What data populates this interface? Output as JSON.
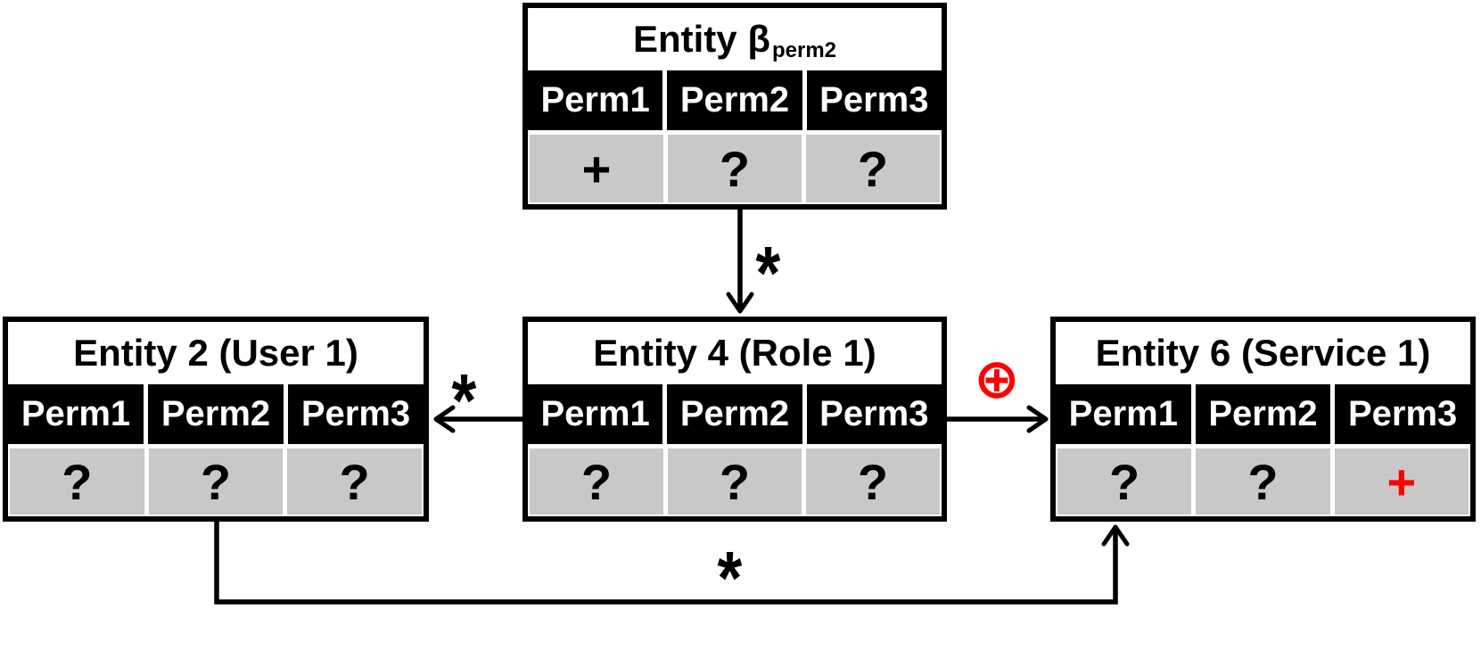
{
  "diagram": {
    "colors": {
      "background": "#ffffff",
      "line": "#000000",
      "header_bg": "#000000",
      "header_text": "#ffffff",
      "cell_bg": "#c8c8c8",
      "red": "#ff0000"
    },
    "entities": [
      {
        "id": "entity-beta",
        "title": "Entity β",
        "title_subscript": "perm2",
        "columns": [
          "Perm1",
          "Perm2",
          "Perm3"
        ],
        "values": [
          {
            "text": "+",
            "color": "#000000"
          },
          {
            "text": "?",
            "color": "#000000"
          },
          {
            "text": "?",
            "color": "#000000"
          }
        ]
      },
      {
        "id": "entity-2",
        "title": "Entity 2 (User 1)",
        "title_subscript": "",
        "columns": [
          "Perm1",
          "Perm2",
          "Perm3"
        ],
        "values": [
          {
            "text": "?",
            "color": "#000000"
          },
          {
            "text": "?",
            "color": "#000000"
          },
          {
            "text": "?",
            "color": "#000000"
          }
        ]
      },
      {
        "id": "entity-4",
        "title": "Entity 4 (Role 1)",
        "title_subscript": "",
        "columns": [
          "Perm1",
          "Perm2",
          "Perm3"
        ],
        "values": [
          {
            "text": "?",
            "color": "#000000"
          },
          {
            "text": "?",
            "color": "#000000"
          },
          {
            "text": "?",
            "color": "#000000"
          }
        ]
      },
      {
        "id": "entity-6",
        "title": "Entity 6 (Service 1)",
        "title_subscript": "",
        "columns": [
          "Perm1",
          "Perm2",
          "Perm3"
        ],
        "values": [
          {
            "text": "?",
            "color": "#000000"
          },
          {
            "text": "?",
            "color": "#000000"
          },
          {
            "text": "+",
            "color": "#ff0000"
          }
        ]
      }
    ],
    "edges": [
      {
        "from": "entity-beta",
        "to": "entity-4",
        "label": "*",
        "label_color": "#000000"
      },
      {
        "from": "entity-4",
        "to": "entity-2",
        "label": "*",
        "label_color": "#000000"
      },
      {
        "from": "entity-4",
        "to": "entity-6",
        "label": "⊕",
        "label_color": "#ff0000"
      },
      {
        "from": "entity-2",
        "to": "entity-6",
        "label": "*",
        "label_color": "#000000"
      }
    ]
  }
}
